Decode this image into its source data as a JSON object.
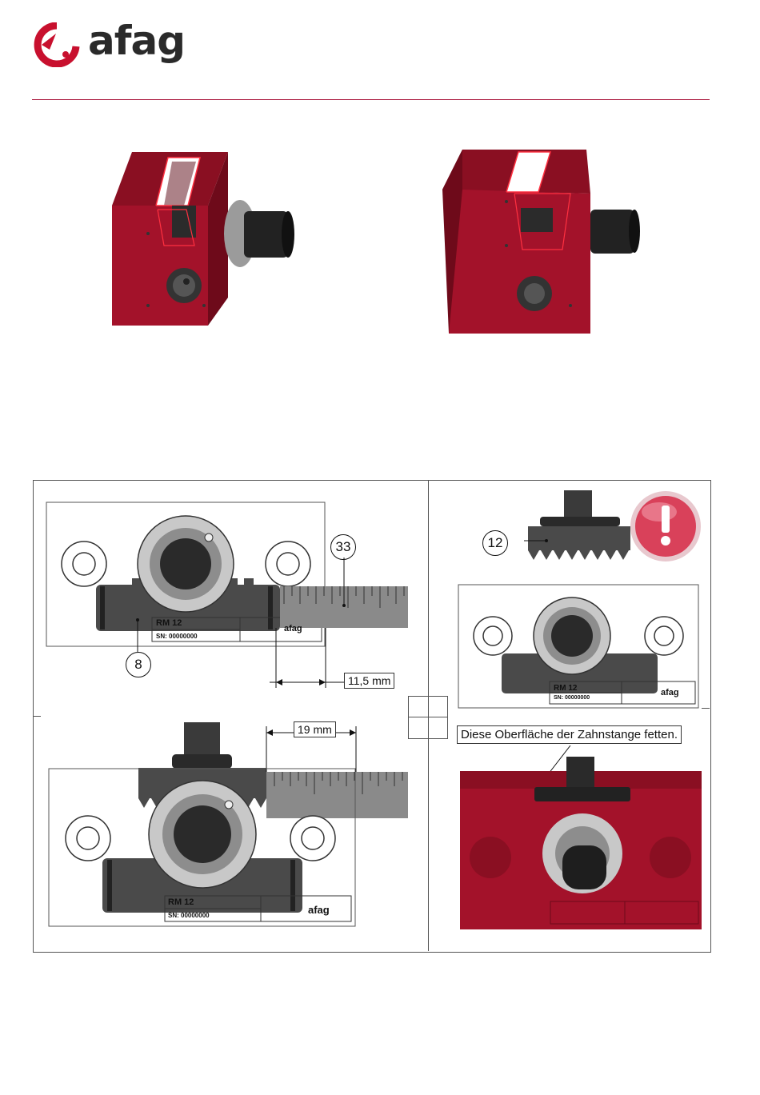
{
  "brand": {
    "logo_text": "afag"
  },
  "figure": {
    "callouts": {
      "ruler": "33",
      "rack_body": "8",
      "rack": "12"
    },
    "measure_1": "11,5 mm",
    "measure_2": "19 mm",
    "grease_note": "Diese Oberfläche der Zahnstange fetten.",
    "nameplate": {
      "model": "RM 12",
      "serial": "SN: 00000000",
      "brand": "afag"
    }
  },
  "colors": {
    "accent": "#b0284a",
    "housing": "#a3122a",
    "warning": "#d9415a"
  }
}
